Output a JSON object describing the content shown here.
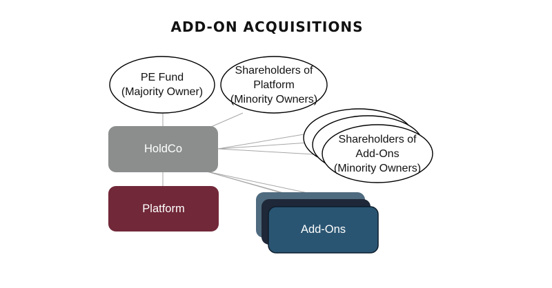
{
  "title": "ADD-ON ACQUISITIONS",
  "colors": {
    "holdco": "#8c8e8e",
    "platform": "#712838",
    "addon_back": "#4f6b7f",
    "addon_mid": "#1f2838",
    "addon_front": "#2a5572",
    "connector": "#a6a6a6"
  },
  "nodes": {
    "pe_fund": {
      "line1": "PE Fund",
      "line2": "(Majority Owner)"
    },
    "platform_shareholders": {
      "line1": "Shareholders of",
      "line2": "Platform",
      "line3": "(Minority Owners)"
    },
    "addon_shareholders": {
      "line1": "Shareholders of",
      "line2": "Add-Ons",
      "line3": "(Minority Owners)"
    },
    "holdco": {
      "label": "HoldCo"
    },
    "platform": {
      "label": "Platform"
    },
    "addons": {
      "label": "Add-Ons"
    }
  }
}
